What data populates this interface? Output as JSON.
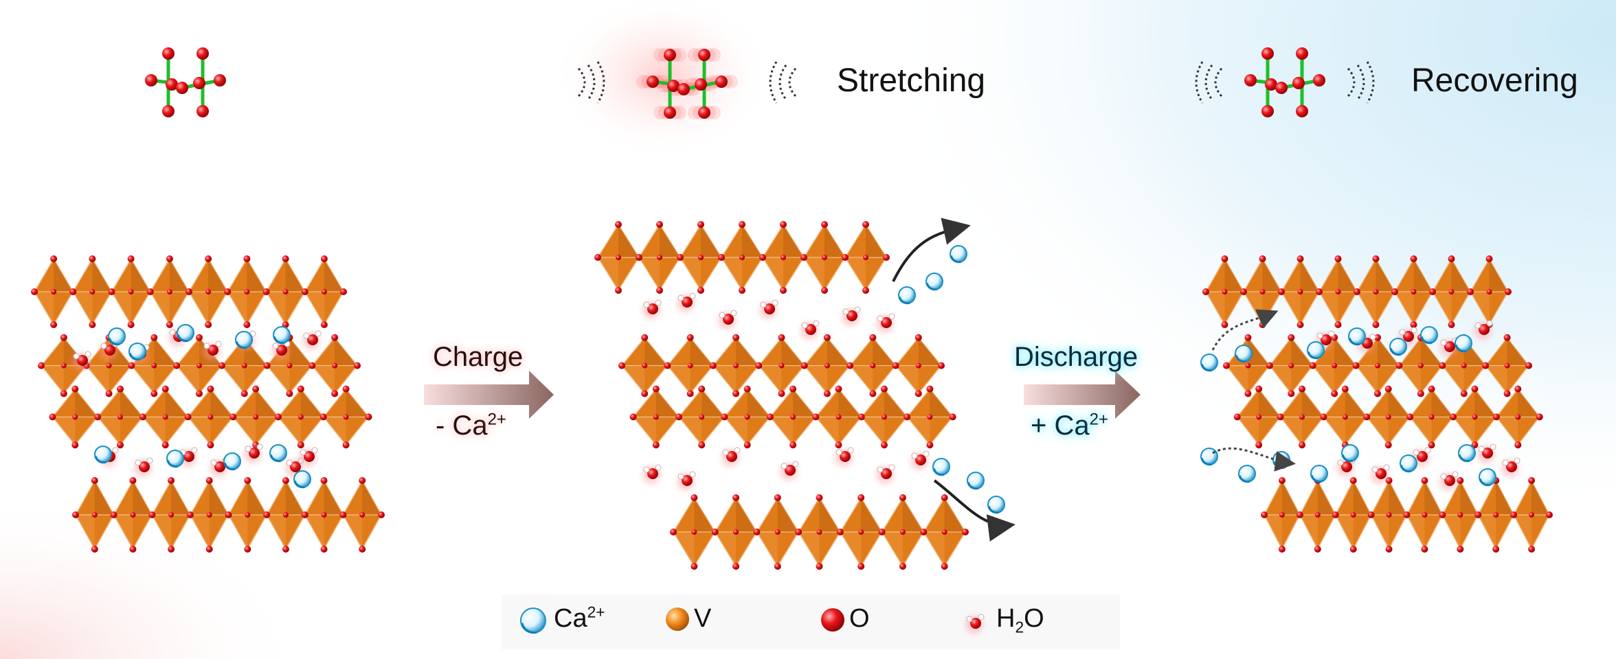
{
  "colors": {
    "vanadium": "#e07b1a",
    "vanadium_dark": "#a9540c",
    "oxygen": "#e8161b",
    "calcium": "#2aa8d8",
    "bond_green": "#1fbf2a",
    "arrow_gradient_start": "#f8dede",
    "arrow_gradient_end": "#8a6660"
  },
  "dimer_labels": {
    "stretching": "Stretching",
    "recovering": "Recovering"
  },
  "process": {
    "charge": {
      "label": "Charge",
      "ion_sign": "- Ca",
      "ion_charge": "2+"
    },
    "discharge": {
      "label": "Discharge",
      "ion_sign": "+ Ca",
      "ion_charge": "2+"
    }
  },
  "legend": [
    {
      "icon": "calcium-ion-icon",
      "text": "Ca",
      "sup": "2+"
    },
    {
      "icon": "vanadium-atom-icon",
      "text": "V"
    },
    {
      "icon": "oxygen-atom-icon",
      "text": "O"
    },
    {
      "icon": "water-molecule-icon",
      "text": "H",
      "sub": "2",
      "tail": "O"
    }
  ]
}
